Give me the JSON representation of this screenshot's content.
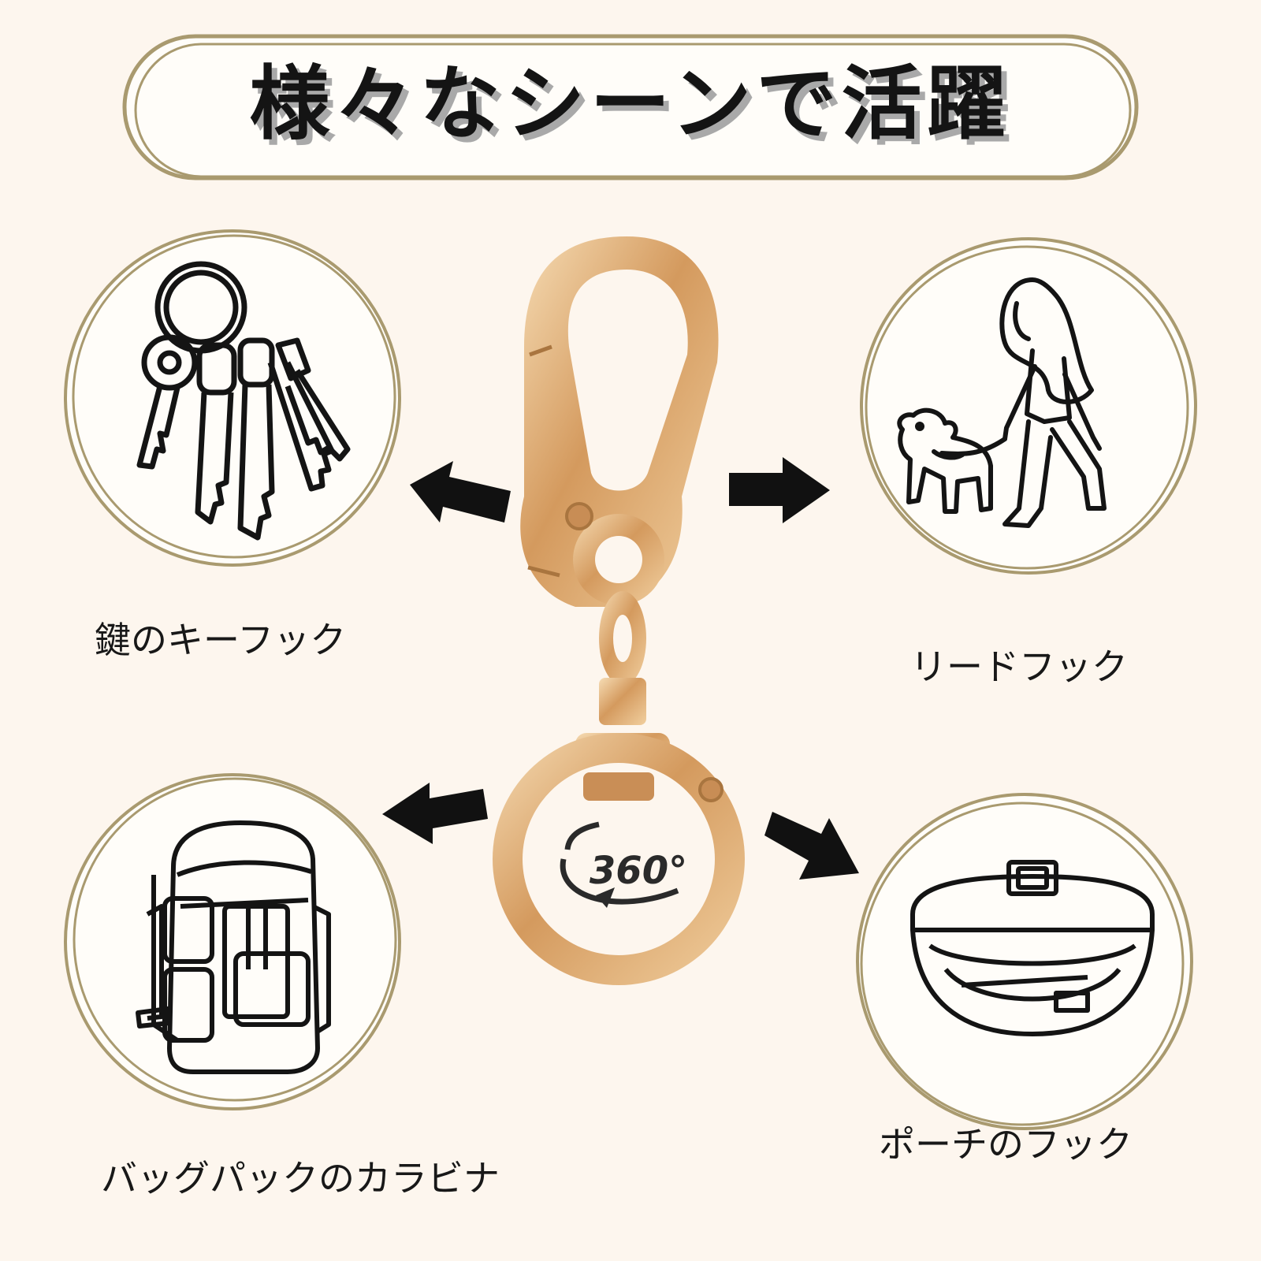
{
  "title": "様々なシーンで活躍",
  "colors": {
    "background": "#fdf6ee",
    "ring_outline": "#a99a6f",
    "gold": "#d8a66e",
    "arrow": "#111111",
    "text": "#141414"
  },
  "scenes": [
    {
      "label": "鍵のキーフック",
      "icon": "keys-icon"
    },
    {
      "label": "リードフック",
      "icon": "dog-walking-icon"
    },
    {
      "label": "バッグパックのカラビナ",
      "icon": "backpack-icon"
    },
    {
      "label": "ポーチのフック",
      "icon": "waist-pouch-icon"
    }
  ],
  "product": {
    "icon": "gold-swivel-snap-hook",
    "rotation_badge": "360°"
  }
}
